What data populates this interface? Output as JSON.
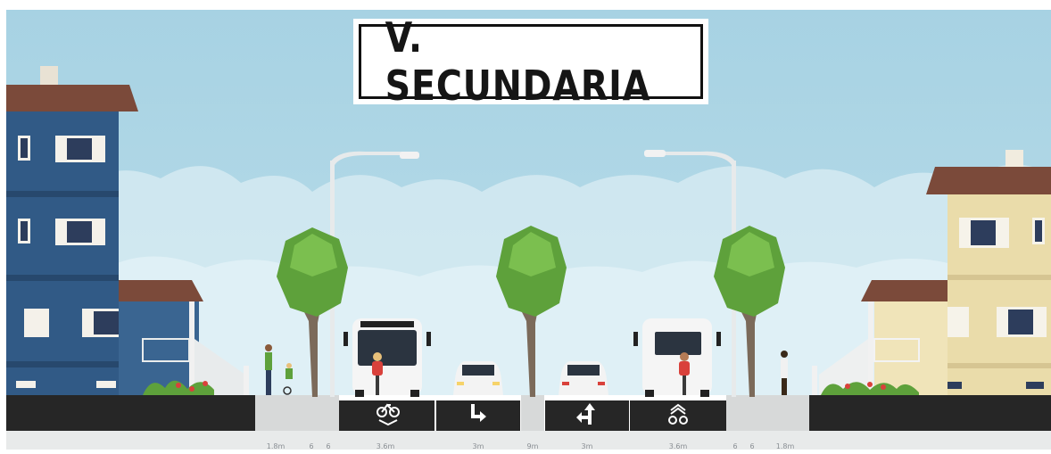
{
  "title": "V. SECUNDARIA",
  "colors": {
    "sky": "#a9d3e4",
    "road": "#262626",
    "sidewalk": "#d7d9d9",
    "tree_green": "#5ea13b",
    "house_left": "#315a86",
    "house_right": "#eadcaa",
    "roof": "#7b4a3a"
  },
  "lane_icons": [
    "bicycle-lane-icon",
    "right-turn-arrow-icon",
    "left-turn-straight-arrow-icon",
    "bike-lane-chevron-icon"
  ],
  "lane_labels": [
    "1.8m",
    "6",
    "6",
    "3.6m",
    "3m",
    "9m",
    "3m",
    "3.6m",
    "6",
    "6",
    "1.8m"
  ]
}
